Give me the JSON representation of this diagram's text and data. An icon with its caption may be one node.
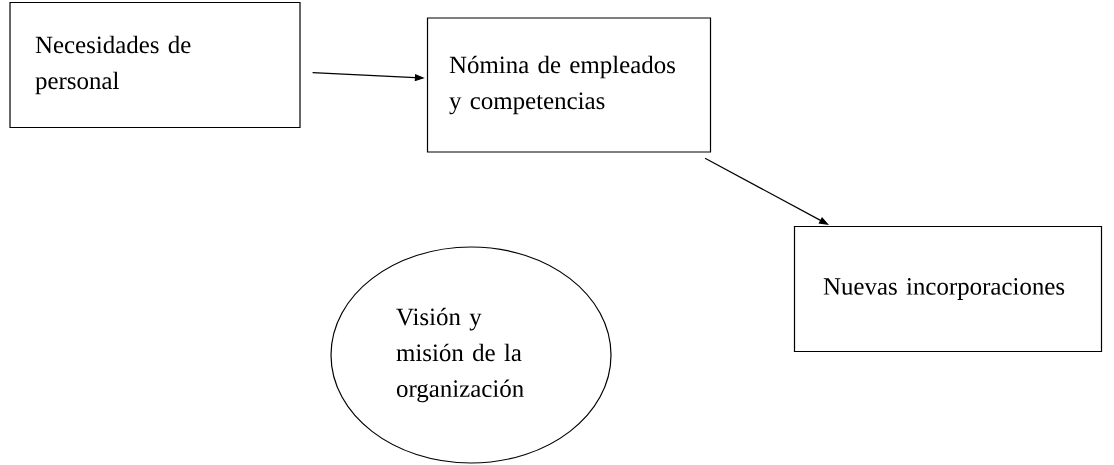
{
  "diagram": {
    "nodes": [
      {
        "text": [
          "Necesidades de personal"
        ]
      },
      {
        "text": [
          "Nómina de empleados y competencias"
        ]
      },
      {
        "text": [
          "Nuevas incorporaciones"
        ]
      },
      {
        "text": [
          "Visión y misión de la organización"
        ]
      }
    ],
    "edges": [
      {
        "from": 0,
        "to": 1,
        "arrow": "to"
      },
      {
        "from": 1,
        "to": 2,
        "arrow": "to"
      }
    ]
  }
}
